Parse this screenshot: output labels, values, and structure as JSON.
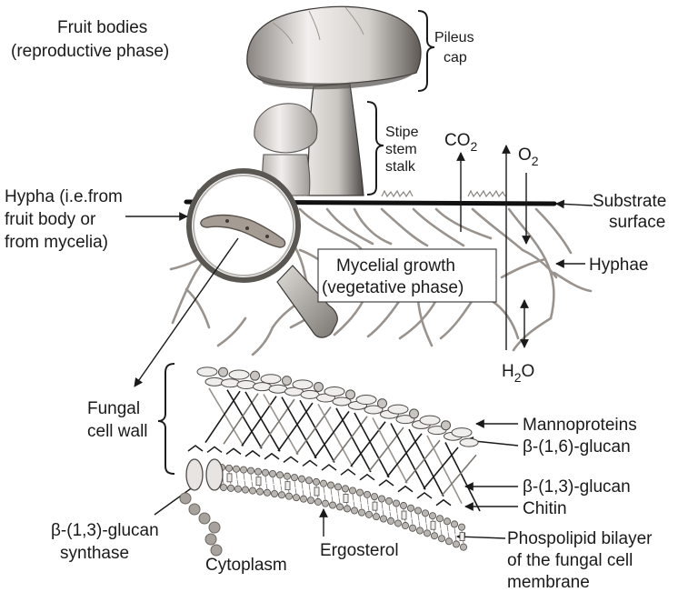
{
  "labels": {
    "fruit_bodies_1": "Fruit bodies",
    "fruit_bodies_2": "(reproductive phase)",
    "pileus": "Pileus",
    "cap": "cap",
    "stipe": "Stipe",
    "stem": "stem",
    "stalk": "stalk",
    "co2_base": "CO",
    "co2_sub": "2",
    "o2_base": "O",
    "o2_sub": "2",
    "hypha_1": "Hypha (i.e.from",
    "hypha_2": "fruit body or",
    "hypha_3": "from mycelia)",
    "substrate_1": "Substrate",
    "substrate_2": "surface",
    "mycelial_1": "Mycelial growth",
    "mycelial_2": "(vegetative phase)",
    "hyphae": "Hyphae",
    "h2o_h": "H",
    "h2o_sub": "2",
    "h2o_o": "O",
    "fungal_1": "Fungal",
    "fungal_2": "cell wall",
    "mannoproteins": "Mannoproteins",
    "b16": "β-(1,6)-glucan",
    "b13": "β-(1,3)-glucan",
    "chitin": "Chitin",
    "synthase_1": "β-(1,3)-glucan",
    "synthase_2": "synthase",
    "cytoplasm": "Cytoplasm",
    "ergosterol": "Ergosterol",
    "phospho_1": "Phospolipid bilayer",
    "phospho_2": "of the fungal cell",
    "phospho_3": "membrane"
  },
  "colors": {
    "hyphae": "#9a938d",
    "ink": "#1a1a1a",
    "cap_light": "#e9e7e4",
    "cap_dark": "#6e6965",
    "stem": "#d9d6d2",
    "mannoprotein": "#efeeec",
    "lipid_head": "#b9b5b1"
  }
}
